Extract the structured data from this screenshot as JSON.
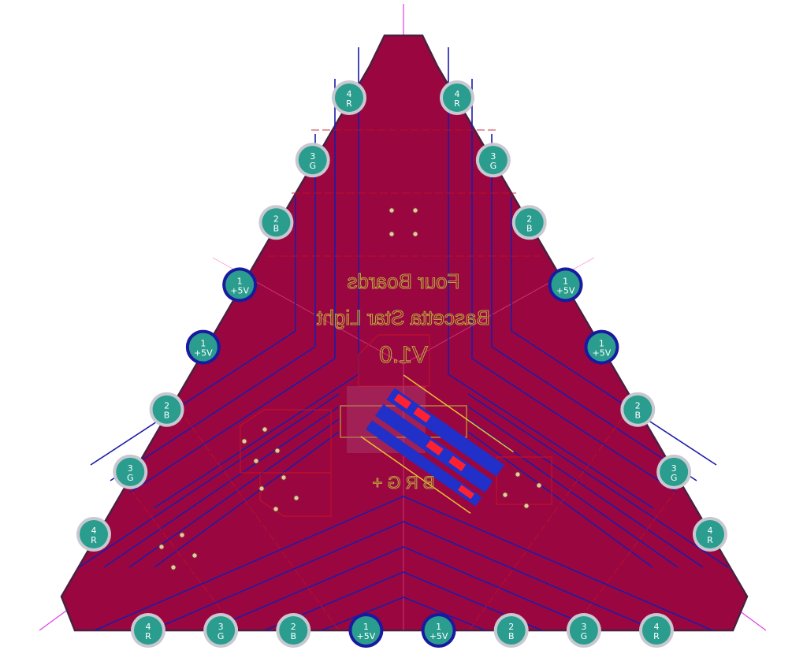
{
  "board": {
    "silkscreen": {
      "line1": "Four Boards",
      "line2": "Bascetta Star Light",
      "line3": "V1.0",
      "pin_labels": "B R G +"
    },
    "colors": {
      "copper_fill": "#9a0740",
      "board_outline": "#4a2040",
      "blue_trace": "#1c1ca8",
      "red_outline": "#c0102a",
      "pad_fill": "#2a9d8f",
      "pad_ring": "#c8c8d0",
      "pad_ring_power": "#1a1aa0",
      "silkscreen": "#b8a23a",
      "axis_line": "#e040e0"
    },
    "pads": {
      "left_side": [
        {
          "num": "4",
          "sig": "R",
          "kind": "signal"
        },
        {
          "num": "3",
          "sig": "G",
          "kind": "signal"
        },
        {
          "num": "2",
          "sig": "B",
          "kind": "signal"
        },
        {
          "num": "1",
          "sig": "+5V",
          "kind": "power"
        },
        {
          "num": "1",
          "sig": "+5V",
          "kind": "power"
        },
        {
          "num": "2",
          "sig": "B",
          "kind": "signal"
        },
        {
          "num": "3",
          "sig": "G",
          "kind": "signal"
        },
        {
          "num": "4",
          "sig": "R",
          "kind": "signal"
        }
      ],
      "right_side": [
        {
          "num": "4",
          "sig": "R",
          "kind": "signal"
        },
        {
          "num": "3",
          "sig": "G",
          "kind": "signal"
        },
        {
          "num": "2",
          "sig": "B",
          "kind": "signal"
        },
        {
          "num": "1",
          "sig": "+5V",
          "kind": "power"
        },
        {
          "num": "1",
          "sig": "+5V",
          "kind": "power"
        },
        {
          "num": "2",
          "sig": "B",
          "kind": "signal"
        },
        {
          "num": "3",
          "sig": "G",
          "kind": "signal"
        },
        {
          "num": "4",
          "sig": "R",
          "kind": "signal"
        }
      ],
      "bottom_side": [
        {
          "num": "4",
          "sig": "R",
          "kind": "signal"
        },
        {
          "num": "3",
          "sig": "G",
          "kind": "signal"
        },
        {
          "num": "2",
          "sig": "B",
          "kind": "signal"
        },
        {
          "num": "1",
          "sig": "+5V",
          "kind": "power"
        },
        {
          "num": "1",
          "sig": "+5V",
          "kind": "power"
        },
        {
          "num": "2",
          "sig": "B",
          "kind": "signal"
        },
        {
          "num": "3",
          "sig": "G",
          "kind": "signal"
        },
        {
          "num": "4",
          "sig": "R",
          "kind": "signal"
        }
      ]
    }
  }
}
